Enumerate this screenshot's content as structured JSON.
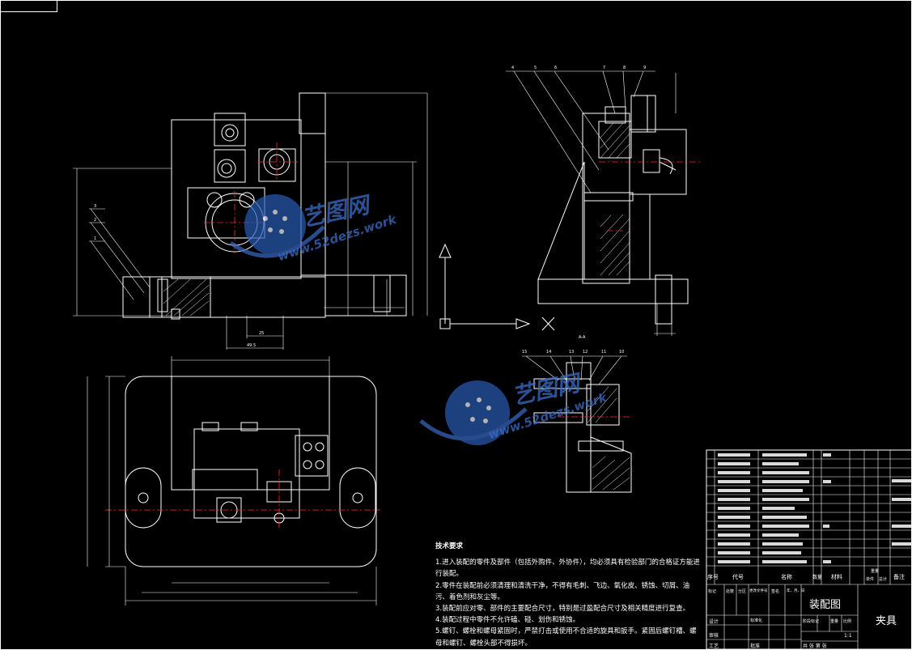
{
  "notes": {
    "title": "技术要求",
    "items": [
      "1.进入装配的零件及部件（包括外购件、外协件），均必须具有检验部门的合格证方能进行装配。",
      "2.零件在装配前必须清理和清洗干净，不得有毛刺、飞边、氧化皮、锈蚀、切屑、油污、着色剂和灰尘等。",
      "3.装配前应对零、部件的主要配合尺寸，特别是过盈配合尺寸及相关精度进行复查。",
      "4.装配过程中零件不允许磕、碰、划伤和锈蚀。",
      "5.螺钉、螺栓和螺母紧固时，严禁打击或使用不合适的旋具和扳手。紧固后螺钉槽、螺母和螺钉、螺栓头部不得损坏。"
    ]
  },
  "title_block": {
    "drawing_name": "装配图",
    "part_name": "夹具",
    "col_headers": [
      "序号",
      "代号",
      "名称",
      "数量",
      "材料",
      "单件",
      "总计",
      "备注"
    ],
    "weight_label": "重量",
    "row_labels": [
      "标记",
      "处数",
      "分区",
      "更改文件号",
      "签名",
      "年、月、日"
    ],
    "sign_labels": [
      "设计",
      "标准化",
      "审核",
      "工艺",
      "批准"
    ],
    "stage_labels": [
      "阶段标记",
      "重量",
      "比例"
    ],
    "scale": "1:1",
    "sheet": "共 张 第 张"
  },
  "watermark": {
    "brand": "艺图网",
    "url": "www.52dezs.work"
  },
  "section_label": "A-A",
  "callouts_top": [
    "4",
    "5",
    "6",
    "7",
    "8",
    "9"
  ],
  "callouts_mid": [
    "15",
    "14",
    "13",
    "12",
    "11",
    "10"
  ],
  "callouts_left": [
    "3",
    "2",
    "1"
  ],
  "colors": {
    "background": "#000000",
    "line": "#ffffff",
    "center": "#ff2a2a",
    "watermark": "#3b6cc7"
  }
}
